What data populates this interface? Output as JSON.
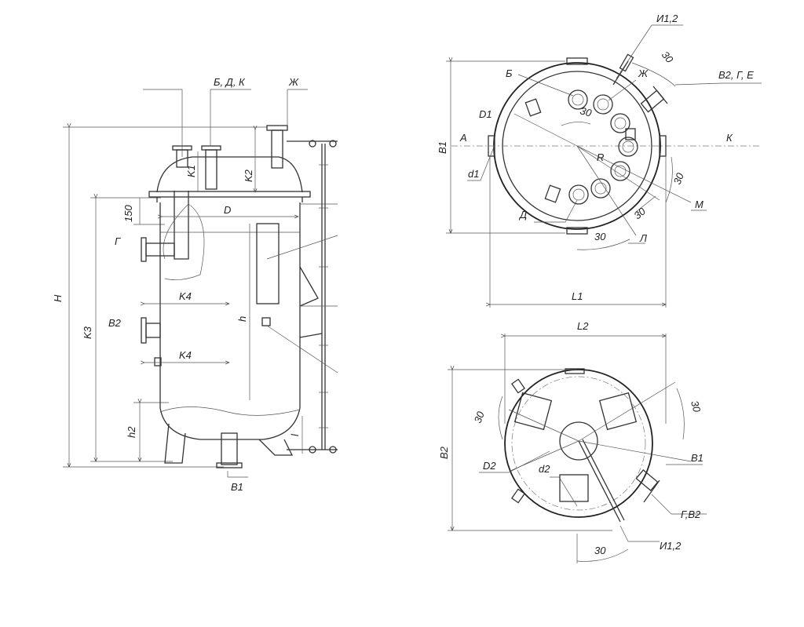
{
  "side_view": {
    "labels": {
      "nozzles_bdk": "Б, Д, К",
      "nozzle_zh": "Ж",
      "height": "H",
      "k3": "K3",
      "k1": "K1",
      "k2": "K2",
      "dim_150": "150",
      "diameter": "D",
      "nozzle_g": "Г",
      "k4_top": "K4",
      "nozzle_v2": "В2",
      "h": "h",
      "k4_bottom": "K4",
      "h2": "h2",
      "l": "l",
      "nozzle_v1": "В1"
    }
  },
  "top_view": {
    "labels": {
      "i12": "И1,2",
      "angle_top": "30",
      "v2ge": "В2, Г, Е",
      "b": "Б",
      "zh": "Ж",
      "angle_inner": "30",
      "d1_upper": "D1",
      "a": "А",
      "k": "К",
      "b1": "В1",
      "r": "R",
      "angle_right": "30",
      "d1": "d1",
      "m": "М",
      "d": "Д",
      "angle_low_right": "30",
      "angle_bottom": "30",
      "l_nozzle": "Л",
      "l1": "L1"
    }
  },
  "bottom_view": {
    "labels": {
      "l2": "L2",
      "angle_left": "30",
      "angle_right": "30",
      "b2": "В2",
      "b1": "В1",
      "d2_upper": "D2",
      "d2": "d2",
      "gv2": "Г,В2",
      "angle_bottom": "30",
      "i12": "И1,2"
    }
  }
}
